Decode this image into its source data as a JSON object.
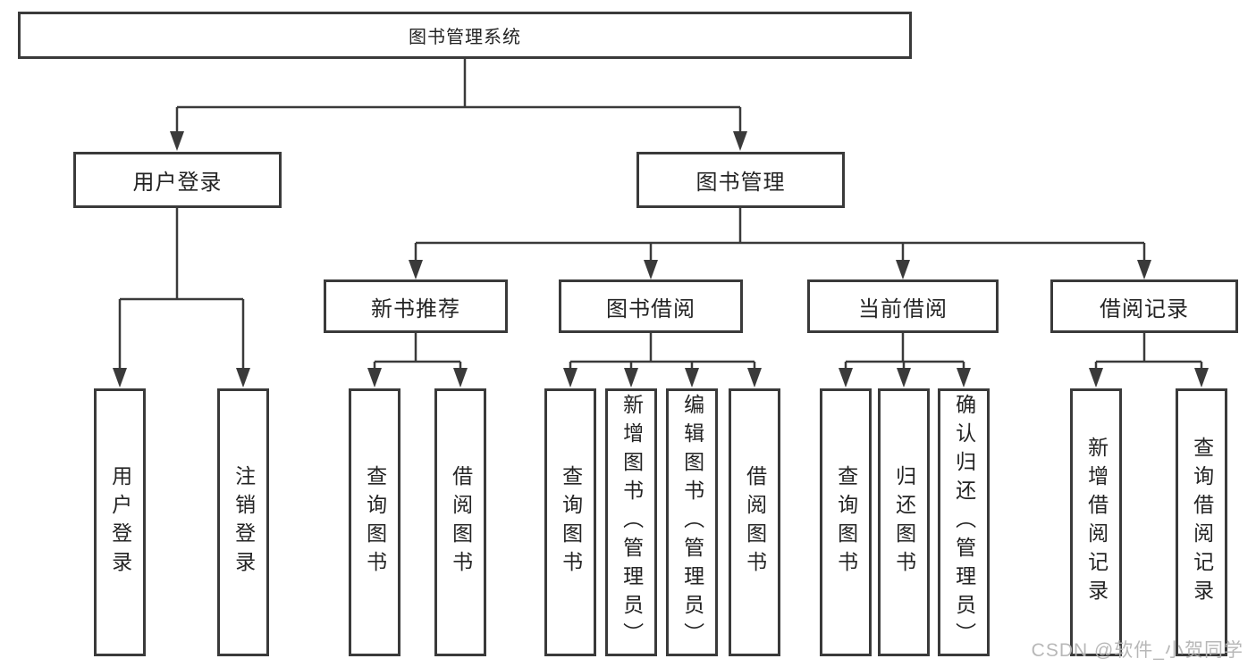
{
  "diagram": {
    "root": {
      "label": "图书管理系统"
    },
    "user_login": {
      "label": "用户登录",
      "children": [
        {
          "label": "用户登录"
        },
        {
          "label": "注销登录"
        }
      ]
    },
    "book_mgmt": {
      "label": "图书管理",
      "children": [
        {
          "label": "新书推荐",
          "children": [
            {
              "label": "查询图书"
            },
            {
              "label": "借阅图书"
            }
          ]
        },
        {
          "label": "图书借阅",
          "children": [
            {
              "label": "查询图书"
            },
            {
              "label": "新增图书（管理员）"
            },
            {
              "label": "编辑图书（管理员）"
            },
            {
              "label": "借阅图书"
            }
          ]
        },
        {
          "label": "当前借阅",
          "children": [
            {
              "label": "查询图书"
            },
            {
              "label": "归还图书"
            },
            {
              "label": "确认归还（管理员）"
            }
          ]
        },
        {
          "label": "借阅记录",
          "children": [
            {
              "label": "新增借阅记录"
            },
            {
              "label": "查询借阅记录"
            }
          ]
        }
      ]
    }
  },
  "watermark": {
    "text": "CSDN @软件_小贺同学"
  },
  "colors": {
    "line": "#3a3a3a",
    "box_border": "#3a3a3a",
    "text": "#242424",
    "watermark": "#b4b4b4",
    "background": "#ffffff"
  }
}
